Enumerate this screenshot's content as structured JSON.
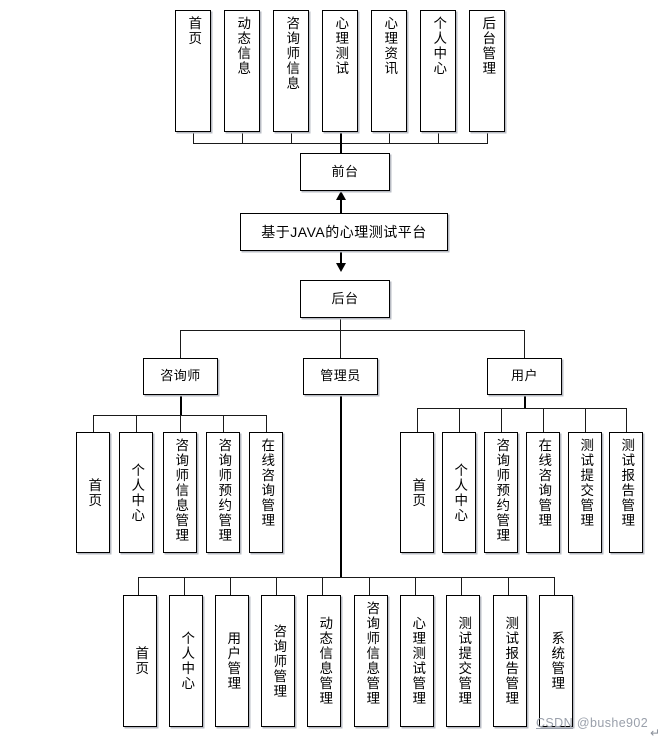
{
  "diagram": {
    "title": "基于JAVA的心理测试平台",
    "center": {
      "platform": "基于JAVA的心理测试平台",
      "frontend": "前台",
      "backend": "后台"
    },
    "frontend_items": [
      "首页",
      "动态信息",
      "咨询师信息",
      "心理测试",
      "心理资讯",
      "个人中心",
      "后台管理"
    ],
    "roles": [
      "咨询师",
      "管理员",
      "用户"
    ],
    "counselor_items": [
      "首页",
      "个人中心",
      "咨询师信息管理",
      "咨询师预约管理",
      "在线咨询管理"
    ],
    "user_items": [
      "首页",
      "个人中心",
      "咨询师预约管理",
      "在线咨询管理",
      "测试提交管理",
      "测试报告管理"
    ],
    "admin_items": [
      "首页",
      "个人中心",
      "用户管理",
      "咨询师管理",
      "动态信息管理",
      "咨询师信息管理",
      "心理测试管理",
      "测试提交管理",
      "测试报告管理",
      "系统管理"
    ]
  },
  "watermark": {
    "site": "CSDN",
    "user": "@bushe902",
    "pilcrow": "↵"
  }
}
